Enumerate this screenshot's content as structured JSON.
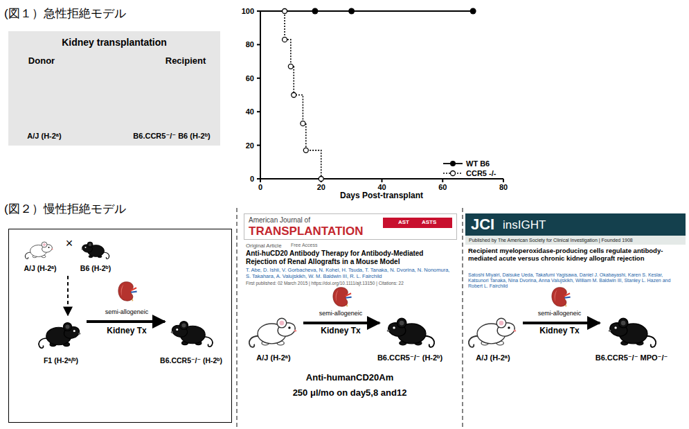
{
  "diagram": {
    "nodes": [
      {
        "text": [
          "Kidney transplantation",
          "Donor",
          "Recipient",
          "A/J (H-2ᵃ)",
          "B6.CCR5⁻/⁻ B6 (H-2ᵇ)"
        ]
      },
      {
        "text": [
          "A/J (H-2ᵃ)",
          "×",
          "B6 (H-2ᵇ)",
          "F1 (H-2ᵃ/ᵇ)",
          "semi-allogeneic",
          "Kidney Tx",
          "B6.CCR5⁻/⁻ (H-2ᵇ)"
        ]
      },
      {
        "text": [
          "American Journal of",
          "TRANSPLANTATION"
        ]
      },
      {
        "text": [
          "AST",
          "ASTS"
        ],
        "in": 2
      },
      {
        "text": [
          "JCI",
          "insIGHT"
        ]
      },
      {
        "text": [
          "Published by The American Society for Clinical Investigation | Founded 1908"
        ]
      }
    ],
    "labels": [
      "(図１）急性拒絶モデル",
      "100",
      "80",
      "60",
      "40",
      "20",
      "0",
      "0",
      "20",
      "40",
      "60",
      "80",
      "Days Post-transplant",
      "(図２）慢性拒絶モデル",
      "Original Article",
      "Free Access",
      "Anti-huCD20 Antibody Therapy for Antibody-Mediated Rejection of Renal Allografts in a Mouse Model",
      "T. Abe, D. Ishii, V. Gorbacheva, N. Kohei, H. Tsuda, T. Tanaka, N. Dvorina, N. Nonomura, S. Takahara, A. Valujskikh, W. M. Baldwin III, R. L. Fairchild",
      "First published: 02 March 2015 | https://doi.org/10.1111/ajt.13150 | Citations: 22",
      "A/J (H-2ᵃ)",
      "semi-allogeneic",
      "Kidney Tx",
      "B6.CCR5⁻/⁻ (H-2ᵇ)",
      "Anti-humanCD20Am",
      "250 μl/mo on day5,8 and12",
      "Recipient myeloperoxidase-producing cells regulate antibody-mediated acute versus chronic kidney allograft rejection",
      "Satoshi Miyairi, Daisuke Ueda, Takafumi Yagisawa, Daniel J. Okabayashi, Karen S. Keslar, Katsunori Tanaka, Nina Dvorina, Anna Valujskikh, William M. Baldwin III, Stanley L. Hazen and Robert L. Fairchild",
      "A/J (H-2ᵃ)",
      "semi-allogeneic",
      "Kidney Tx",
      "B6.CCR5⁻/⁻ MPO⁻/⁻"
    ],
    "legend": [
      {
        "text": "WT B6"
      },
      {
        "text": "CCR5 -/-"
      }
    ]
  }
}
